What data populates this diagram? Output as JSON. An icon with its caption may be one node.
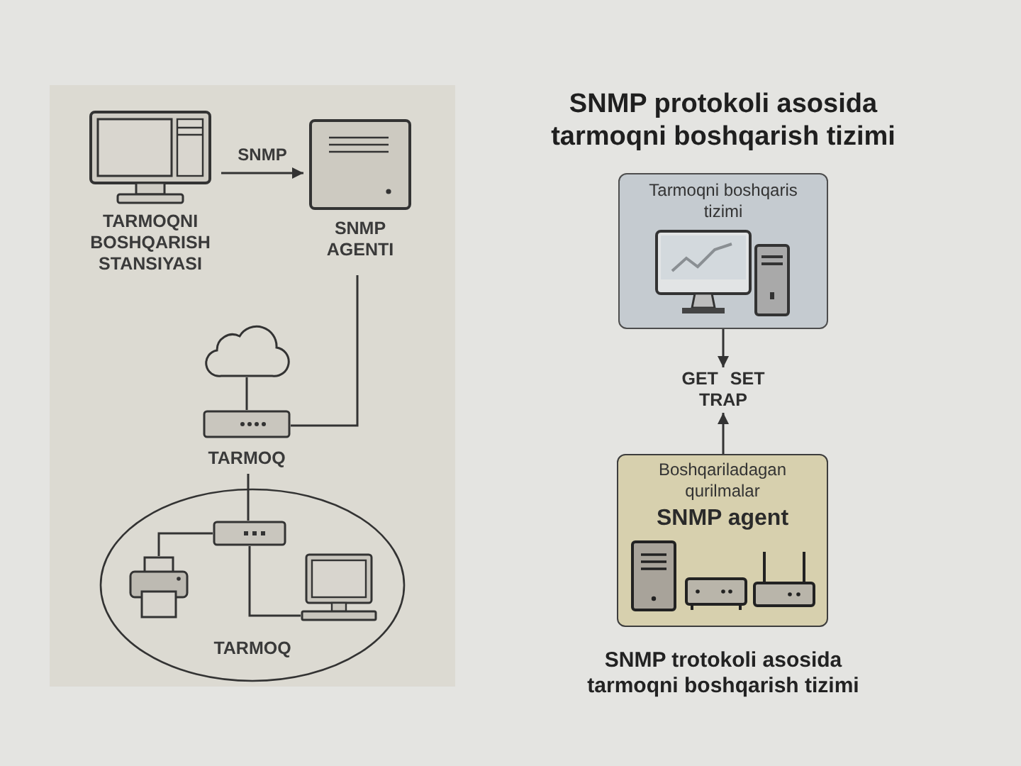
{
  "diagram": {
    "title": "SNMP protokoli asosida tarmoqni boshqarish tizimi",
    "caption": "SNMP trotokoli asosida tarmoqni boshqarish tizimi",
    "nodes": [
      {
        "text": [
          "TARMOQNI BOSHQARISH STANSIYASI"
        ]
      },
      {
        "text": [
          "SNMP AGENTI"
        ]
      },
      {
        "text": [],
        "shape": "cloud"
      },
      {
        "text": [
          "TARMOQ"
        ]
      },
      {
        "text": [
          "TARMOQ"
        ]
      },
      {
        "text": [],
        "shape": "box",
        "in": 4
      },
      {
        "text": [],
        "shape": "picture",
        "in": 4
      },
      {
        "text": [],
        "shape": "picture",
        "in": 4
      },
      {
        "text": [
          "Tarmoqni boshqaris tizimi"
        ]
      },
      {
        "text": [
          "GET SET TRAP"
        ]
      },
      {
        "text": [
          "Boshqariladagan qurilmalar",
          "SNMP agent"
        ]
      }
    ],
    "edges": [
      {
        "from": 0,
        "to": 1,
        "arrow": "to",
        "label": "SNMP"
      },
      {
        "from": 2,
        "to": 3,
        "arrow": "none"
      },
      {
        "from": 1,
        "to": 3,
        "arrow": "none"
      },
      {
        "from": 3,
        "to": 5,
        "arrow": "none"
      },
      {
        "from": 5,
        "to": 6,
        "arrow": "none"
      },
      {
        "from": 5,
        "to": 7,
        "arrow": "none"
      },
      {
        "from": 8,
        "to": 9,
        "arrow": "to"
      },
      {
        "from": 10,
        "to": 9,
        "arrow": "to"
      }
    ]
  }
}
